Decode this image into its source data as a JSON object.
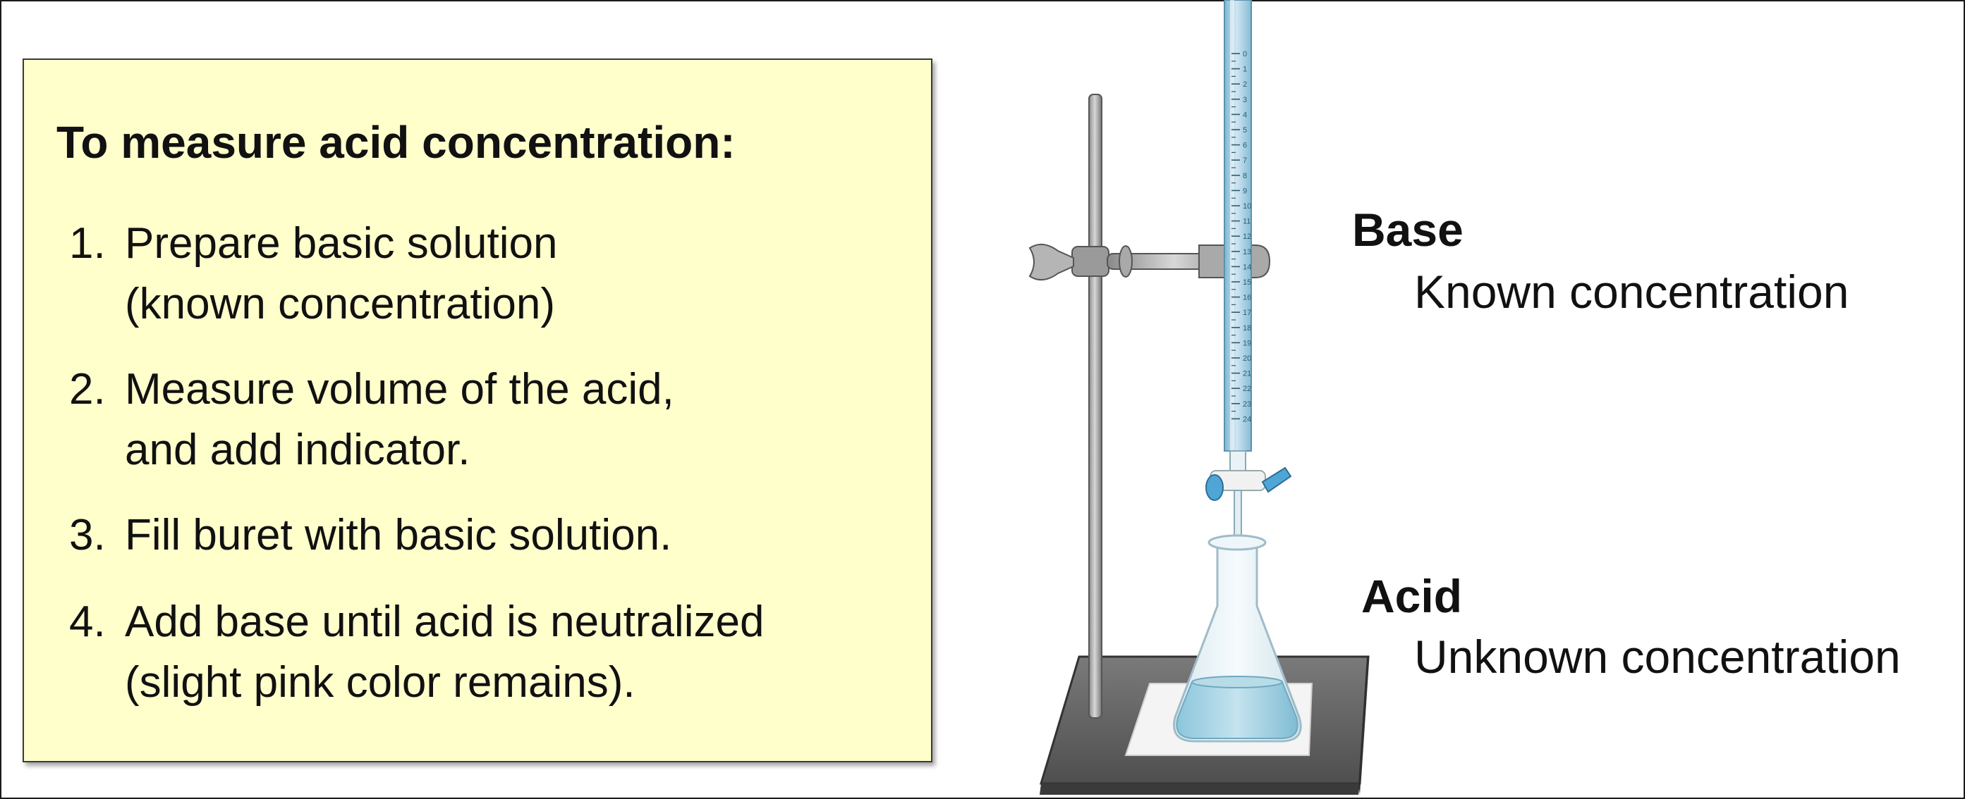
{
  "steps_panel": {
    "title": "To measure acid concentration:",
    "steps": [
      {
        "number": "1.",
        "lines": [
          "Prepare basic solution",
          "(known concentration)"
        ]
      },
      {
        "number": "2.",
        "lines": [
          "Measure volume of the acid,",
          "and add indicator."
        ]
      },
      {
        "number": "3.",
        "lines": [
          "Fill buret with basic solution."
        ]
      },
      {
        "number": "4.",
        "lines": [
          "Add base until acid is neutralized",
          "(slight pink color remains)."
        ]
      }
    ]
  },
  "diagram": {
    "buret": {
      "scale_labels": [
        "0",
        "1",
        "2",
        "3",
        "4",
        "5",
        "6",
        "7",
        "8",
        "9",
        "10",
        "11",
        "12",
        "13",
        "14",
        "15",
        "16",
        "17",
        "18",
        "19",
        "20",
        "21",
        "22",
        "23",
        "24"
      ]
    },
    "labels": {
      "base": {
        "title": "Base",
        "subtitle": "Known concentration"
      },
      "acid": {
        "title": "Acid",
        "subtitle": "Unknown concentration"
      }
    },
    "colors": {
      "solution_blue": "#8fc4dc",
      "stopcock_blue": "#4fa6d6",
      "stand_gray": "#6b6b6b",
      "panel_yellow": "#ffffcc"
    }
  }
}
